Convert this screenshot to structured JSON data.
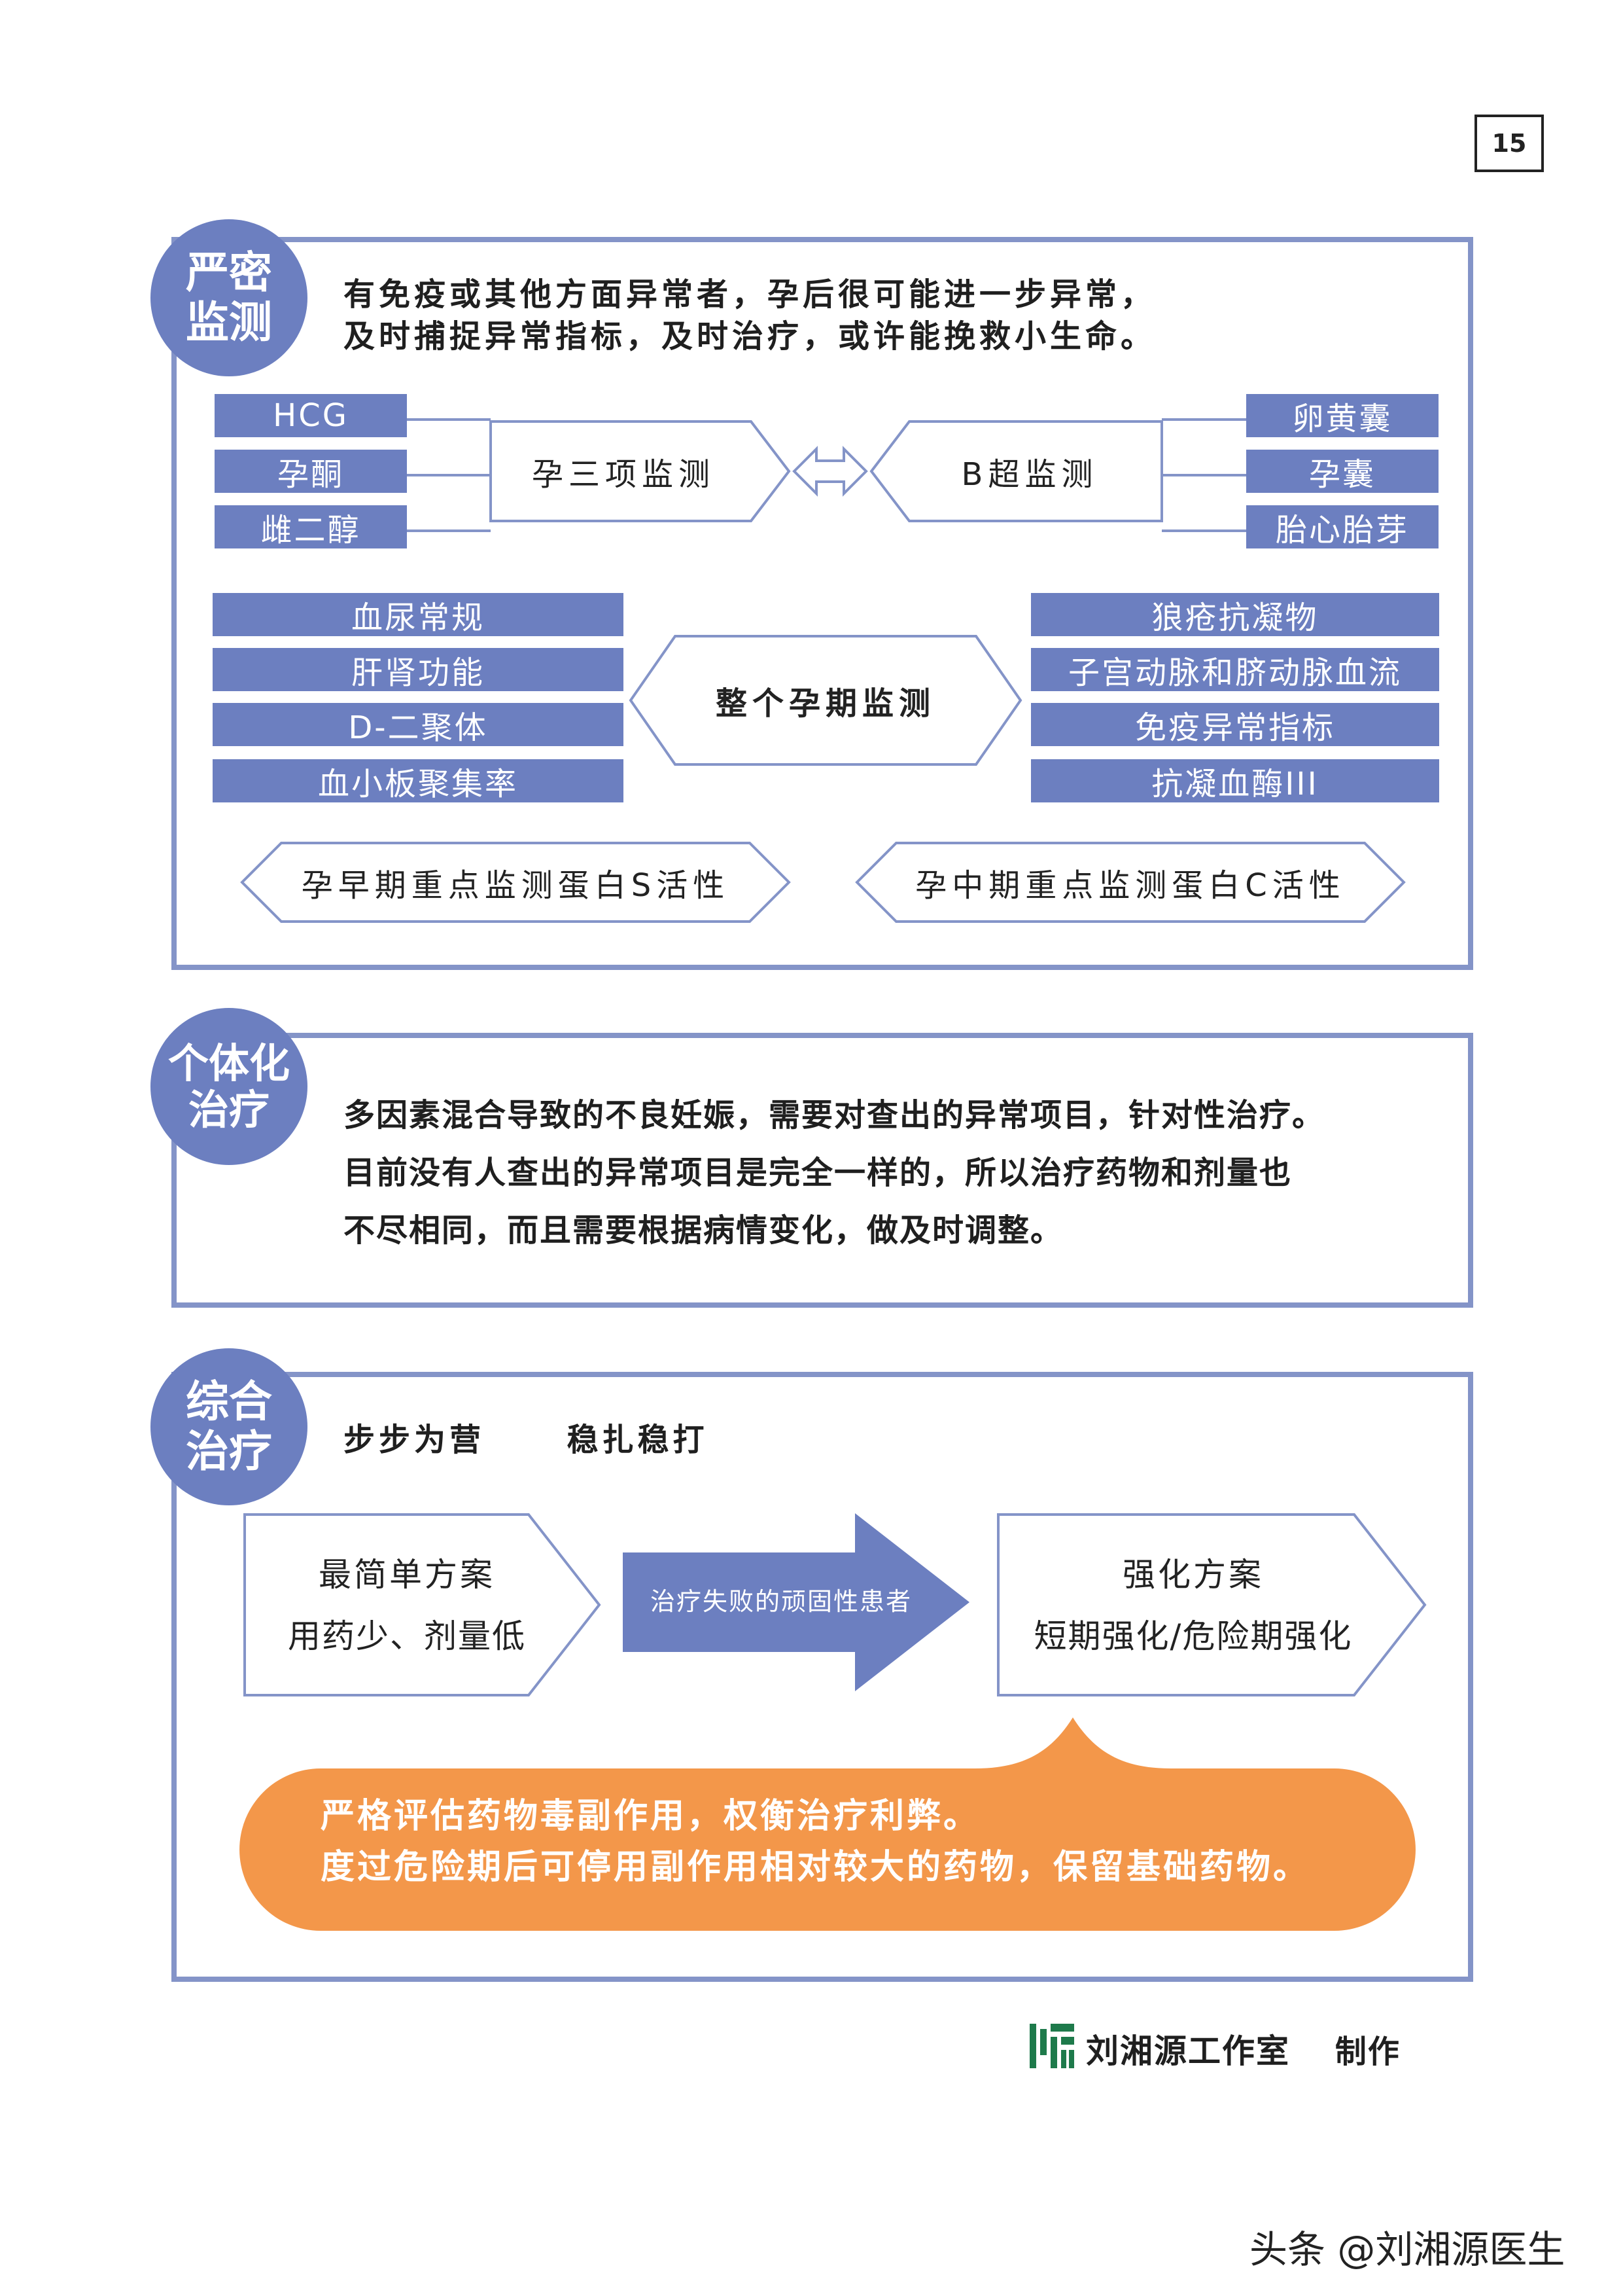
{
  "page_number": "15",
  "section1": {
    "badge": [
      "严密",
      "监测"
    ],
    "intro": [
      "有免疫或其他方面异常者，孕后很可能进一步异常，",
      "及时捕捉异常指标，及时治疗，或许能挽救小生命。"
    ],
    "left_items": [
      "HCG",
      "孕酮",
      "雌二醇"
    ],
    "left_hub": "孕三项监测",
    "right_hub": "B超监测",
    "right_items": [
      "卵黄囊",
      "孕囊",
      "胎心胎芽"
    ],
    "mid_left": [
      "血尿常规",
      "肝肾功能",
      "D-二聚体",
      "血小板聚集率"
    ],
    "mid_hub": "整个孕期监测",
    "mid_right": [
      "狼疮抗凝物",
      "子宫动脉和脐动脉血流",
      "免疫异常指标",
      "抗凝血酶III"
    ],
    "bottom_left": "孕早期重点监测蛋白S活性",
    "bottom_right": "孕中期重点监测蛋白C活性"
  },
  "section2": {
    "badge": [
      "个体化",
      "治疗"
    ],
    "lines": [
      "多因素混合导致的不良妊娠，需要对查出的异常项目，针对性治疗。",
      "目前没有人查出的异常项目是完全一样的，所以治疗药物和剂量也",
      "不尽相同，而且需要根据病情变化，做及时调整。"
    ]
  },
  "section3": {
    "badge": [
      "综合",
      "治疗"
    ],
    "slogan_a": "步步为营",
    "slogan_b": "稳扎稳打",
    "plan_simple_title": "最简单方案",
    "plan_simple_desc": "用药少、剂量低",
    "arrow_label": "治疗失败的顽固性患者",
    "plan_strong_title": "强化方案",
    "plan_strong_desc": "短期强化/危险期强化",
    "note_lines": [
      "严格评估药物毒副作用，权衡治疗利弊。",
      "度过危险期后可停用副作用相对较大的药物，保留基础药物。"
    ]
  },
  "footer": {
    "brand": "刘湘源工作室",
    "made_by": "制作",
    "watermark": "头条 @刘湘源医生"
  },
  "colors": {
    "accent": "#6c7fc0",
    "border": "#8494c8",
    "orange": "#f3974a",
    "logo_green": "#1e7a4b"
  }
}
